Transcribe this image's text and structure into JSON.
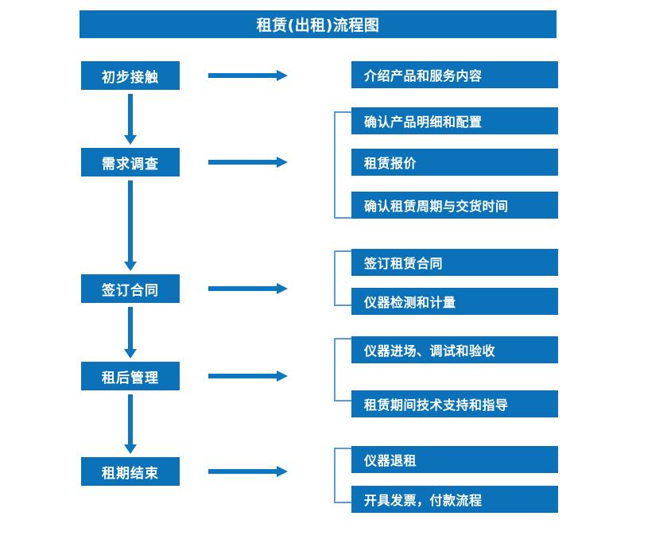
{
  "diagram": {
    "title": "租赁(出租)流程图",
    "accent_color": "#0b72ba",
    "arrow_color": "#0d76c0",
    "bracket_color": "#5b9bd5",
    "stages": [
      {
        "id": "stage-1",
        "label": "初步接触",
        "details": [
          "介绍产品和服务内容"
        ]
      },
      {
        "id": "stage-2",
        "label": "需求调查",
        "details": [
          "确认产品明细和配置",
          "租赁报价",
          "确认租赁周期与交货时间"
        ]
      },
      {
        "id": "stage-3",
        "label": "签订合同",
        "details": [
          "签订租赁合同",
          "仪器检测和计量"
        ]
      },
      {
        "id": "stage-4",
        "label": "租后管理",
        "details": [
          "仪器进场、调试和验收",
          "租赁期间技术支持和指导"
        ]
      },
      {
        "id": "stage-5",
        "label": "租期结束",
        "details": [
          "仪器退租",
          "开具发票，付款流程"
        ]
      }
    ]
  }
}
